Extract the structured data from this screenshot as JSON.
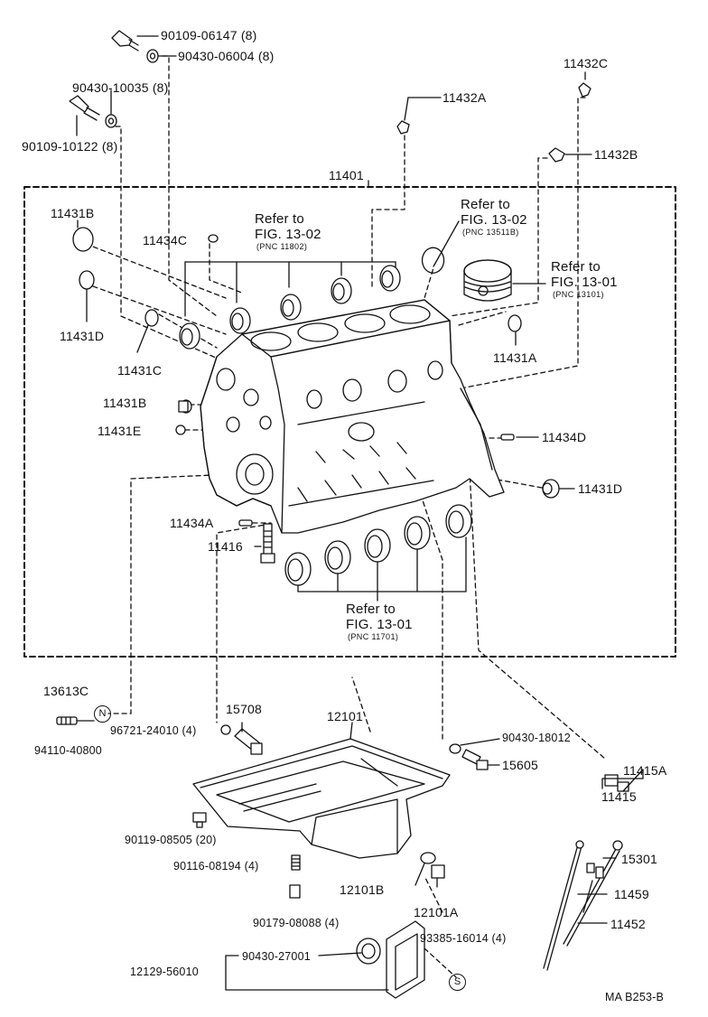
{
  "figure_id": "MA  B253-B",
  "refs": {
    "ref1": {
      "refer": "Refer to",
      "fig": "FIG. 13-02",
      "pnc": "(PNC 11802)"
    },
    "ref2": {
      "refer": "Refer to",
      "fig": "FIG. 13-02",
      "pnc": "(PNC 13511B)"
    },
    "ref3": {
      "refer": "Refer to",
      "fig": "FIG. 13-01",
      "pnc": "(PNC 13101)"
    },
    "ref4": {
      "refer": "Refer to",
      "fig": "FIG. 13-01",
      "pnc": "(PNC 11701)"
    }
  },
  "labels": {
    "p90109_06147": "90109-06147 (8)",
    "p90430_06004": "90430-06004 (8)",
    "p90430_10035": "90430-10035 (8)",
    "p90109_10122": "90109-10122 (8)",
    "p11432C": "11432C",
    "p11432A": "11432A",
    "p11432B": "11432B",
    "p11401": "11401",
    "p11431B_top": "11431B",
    "p11434C": "11434C",
    "p11431D_left": "11431D",
    "p11431C": "11431C",
    "p11431A": "11431A",
    "p11431B_mid": "11431B",
    "p11431E": "11431E",
    "p11434D": "11434D",
    "p11431D_right": "11431D",
    "p11434A": "11434A",
    "p11416": "11416",
    "p13613C": "13613C",
    "p96721_24010": "96721-24010 (4)",
    "p94110_40800": "94110-40800",
    "p15708": "15708",
    "p12101": "12101",
    "p90430_18012": "90430-18012",
    "p15605": "15605",
    "p11415A": "11415A",
    "p11415": "11415",
    "p90119_08505": "90119-08505 (20)",
    "p90116_08194": "90116-08194 (4)",
    "p12101B": "12101B",
    "p12101A": "12101A",
    "p15301": "15301",
    "p11459": "11459",
    "p90179_08088": "90179-08088 (4)",
    "p11452": "11452",
    "p93385_16014": "93385-16014 (4)",
    "p90430_27001": "90430-27001",
    "p12129_56010": "12129-56010"
  },
  "symbols": {
    "n_mark": "N",
    "s_mark": "S"
  }
}
